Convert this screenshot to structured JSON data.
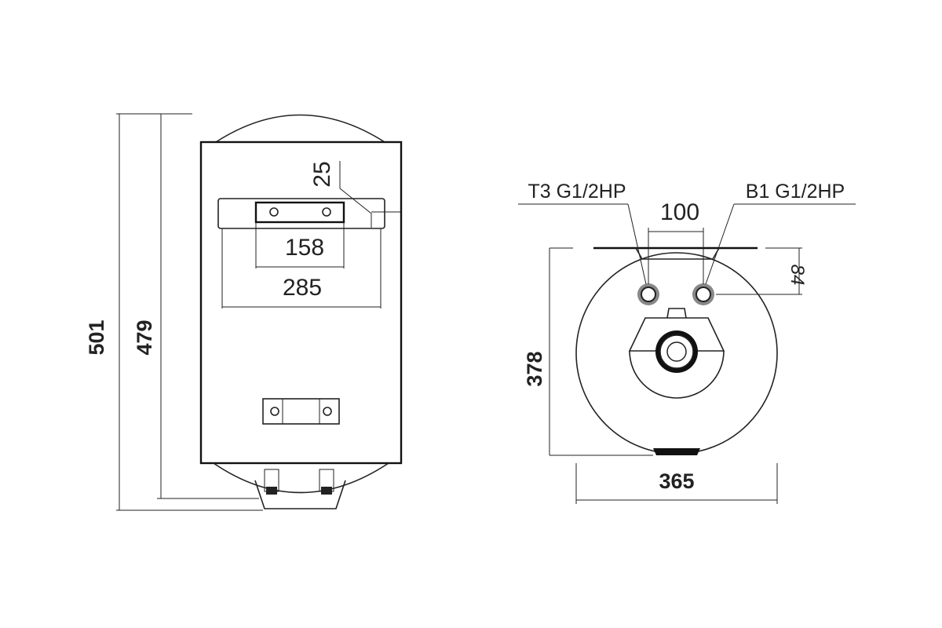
{
  "front_view": {
    "dim_total_height": "501",
    "dim_body_height": "479",
    "dim_bracket_offset": "25",
    "dim_plate_width": "158",
    "dim_bracket_width": "285"
  },
  "top_view": {
    "label_left_pipe": "T3 G1/2HP",
    "label_right_pipe": "B1 G1/2HP",
    "dim_pipe_spacing": "100",
    "dim_pipe_offset": "84",
    "dim_depth": "378",
    "dim_diameter": "365"
  }
}
